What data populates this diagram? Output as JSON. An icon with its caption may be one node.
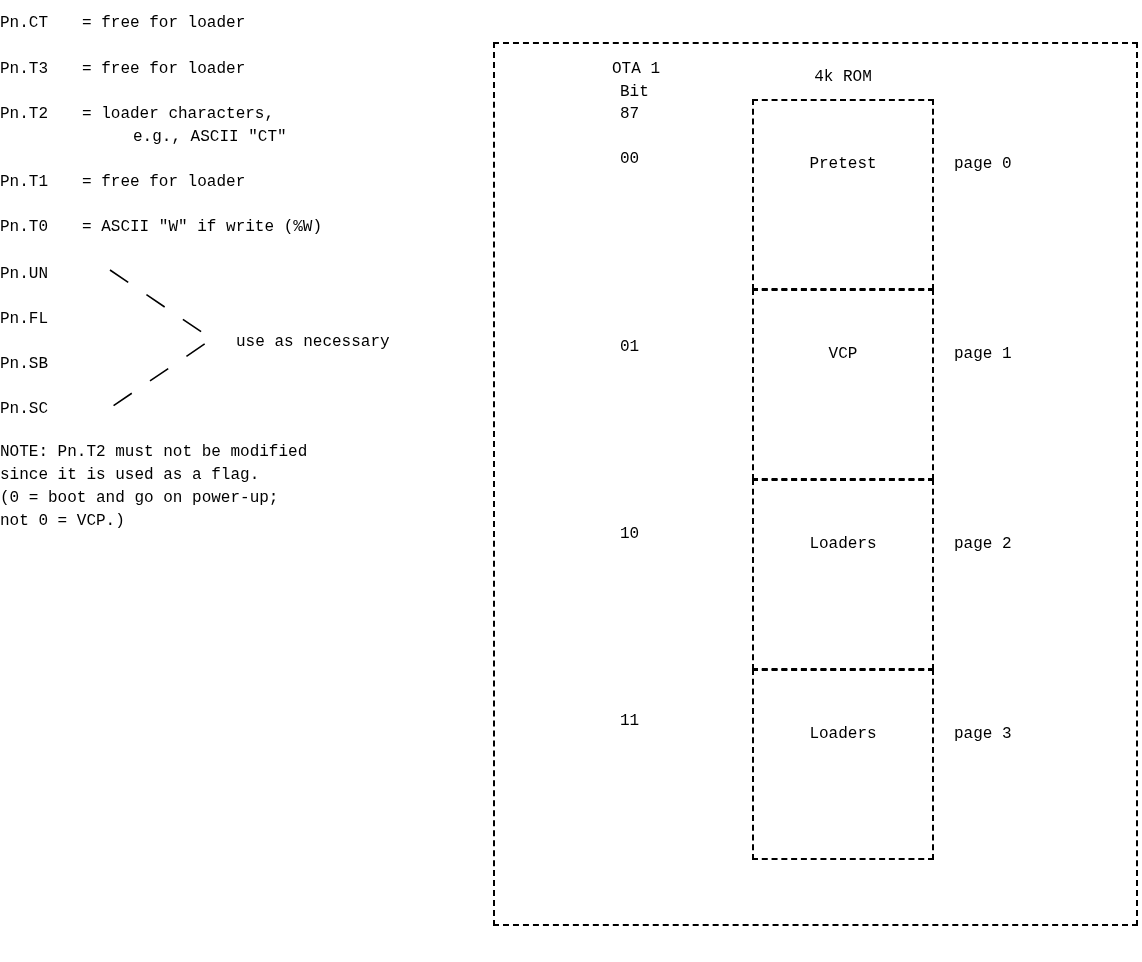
{
  "diagram": {
    "nodes": [
      {
        "text": [],
        "shape": "box"
      },
      {
        "text": [
          "4k ROM"
        ],
        "in": 0
      },
      {
        "text": [
          "Pretest"
        ],
        "in": 1,
        "beside": [
          "page 0"
        ]
      },
      {
        "text": [
          "VCP"
        ],
        "in": 1,
        "beside": [
          "page 1"
        ]
      },
      {
        "text": [
          "Loaders"
        ],
        "in": 1,
        "beside": [
          "page 2"
        ]
      },
      {
        "text": [
          "Loaders"
        ],
        "in": 1,
        "beside": [
          "page 3"
        ]
      }
    ],
    "labels": [
      "Pn.CT",
      "= free for loader",
      "Pn.T3",
      "= free for loader",
      "Pn.T2",
      "= loader characters, e.g., ASCII \"CT\"",
      "Pn.T1",
      "= free for loader",
      "Pn.T0",
      "= ASCII \"W\" if write (%W)",
      "Pn.UN",
      "Pn.FL",
      "Pn.SB",
      "Pn.SC",
      "use as necessary",
      "NOTE: Pn.T2 must not be modified since it is used as a flag.",
      "(0 = boot and go on power-up; not 0 = VCP.)",
      "OTA 1",
      "Bit",
      "87",
      "00",
      "01",
      "10",
      "11"
    ]
  }
}
